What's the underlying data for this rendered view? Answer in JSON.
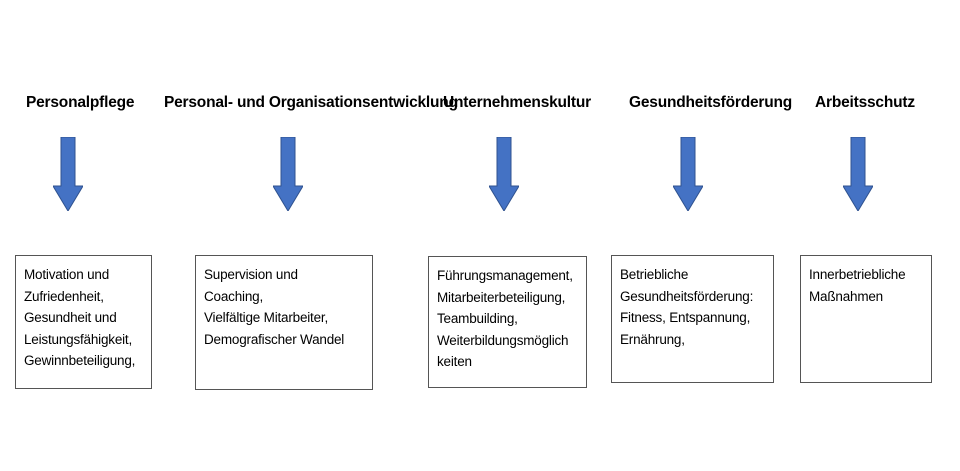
{
  "columns": [
    {
      "heading": "Personalpflege",
      "lines": [
        "Motivation und",
        "Zufriedenheit,",
        "Gesundheit und",
        "Leistungsfähigkeit,",
        "Gewinnbeteiligung,"
      ]
    },
    {
      "heading": "Personal- und Organisationsentwicklung",
      "lines": [
        "Supervision und",
        "Coaching,",
        "Vielfältige Mitarbeiter,",
        "Demografischer Wandel"
      ]
    },
    {
      "heading": "Unternehmenskultur",
      "lines": [
        "Führungsmanagement,",
        "Mitarbeiterbeteiligung,",
        "Teambuilding,",
        "Weiterbildungsmöglich",
        "keiten"
      ]
    },
    {
      "heading": "Gesundheitsförderung",
      "lines": [
        "Betriebliche",
        "Gesundheitsförderung:",
        "Fitness, Entspannung,",
        "Ernährung,"
      ]
    },
    {
      "heading": "Arbeitsschutz",
      "lines": [
        "Innerbetriebliche",
        "Maßnahmen"
      ]
    }
  ],
  "colors": {
    "arrow_fill": "#4472C4",
    "arrow_stroke": "#2F528F",
    "box_border": "#555555"
  },
  "icons": {
    "arrow": "down-arrow-icon"
  }
}
